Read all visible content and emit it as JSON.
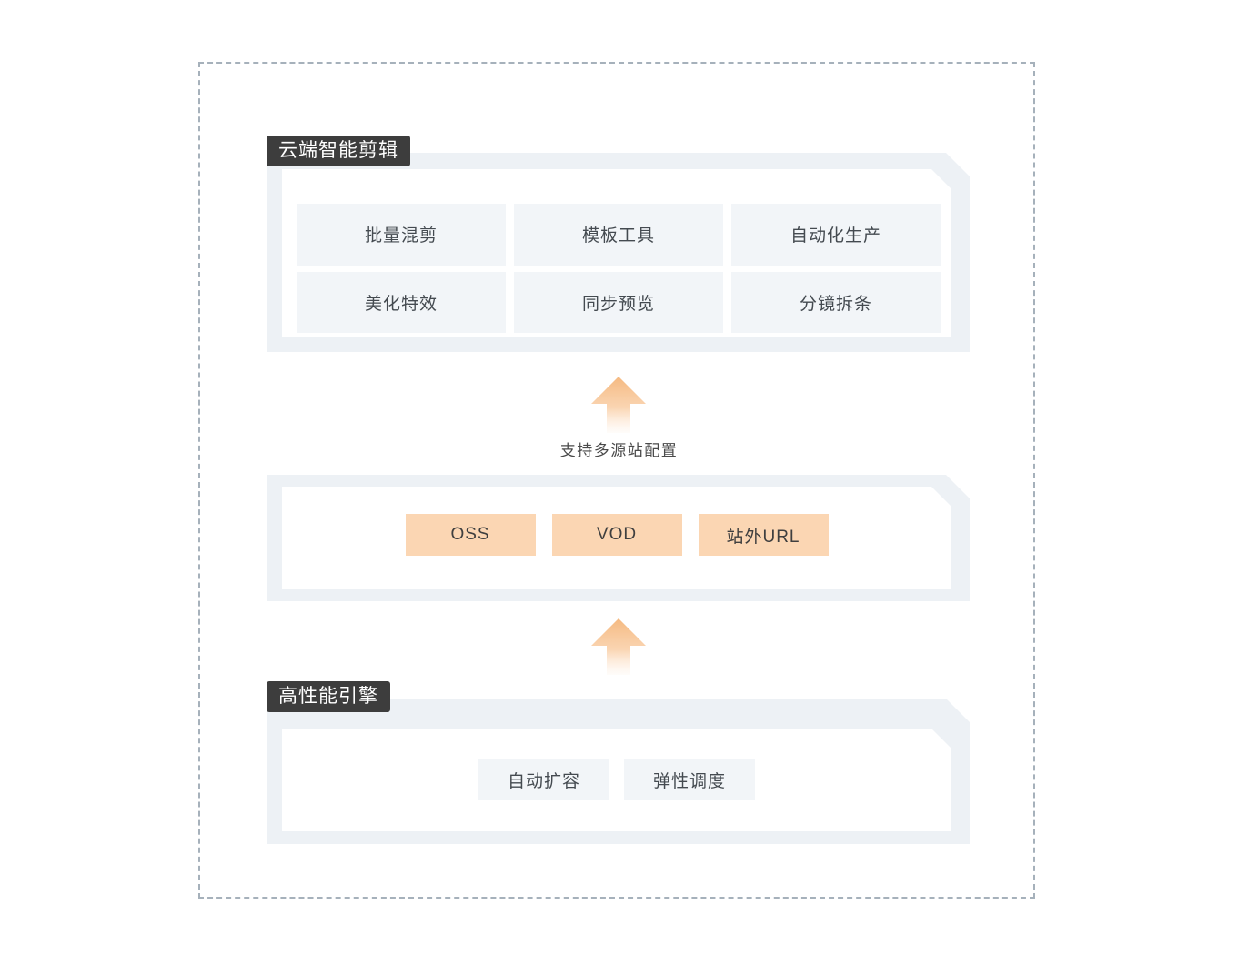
{
  "diagram": {
    "sections": [
      {
        "id": "cloud-edit",
        "badge": "云端智能剪辑",
        "features": [
          "批量混剪",
          "模板工具",
          "自动化生产",
          "美化特效",
          "同步预览",
          "分镜拆条"
        ]
      },
      {
        "id": "source",
        "tags": [
          "OSS",
          "VOD",
          "站外URL"
        ]
      },
      {
        "id": "engine",
        "badge": "高性能引擎",
        "tags": [
          "自动扩容",
          "弹性调度"
        ]
      }
    ],
    "connectors": [
      {
        "id": "upper-arrow",
        "caption": "支持多源站配置",
        "direction": "up"
      },
      {
        "id": "lower-arrow",
        "caption": "",
        "direction": "up"
      }
    ],
    "colors": {
      "badge_background": "#3d3d3d",
      "badge_text": "#ffffff",
      "panel_frame": "#edf1f5",
      "card_background": "#ffffff",
      "feature_background": "#f2f5f8",
      "feature_text": "#444a50",
      "source_tag_background": "#fbd6b3",
      "source_tag_text": "#3f3f3f",
      "arrow": "#f5b980",
      "dashed_border": "#a6b1bb",
      "caption_text": "#4a4a4a"
    }
  }
}
